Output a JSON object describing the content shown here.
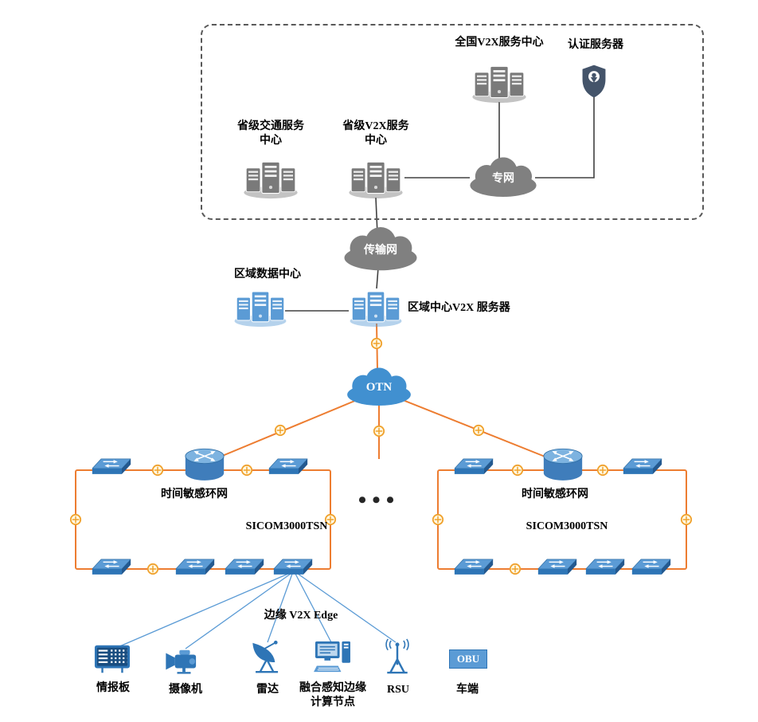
{
  "colors": {
    "line_black": "#404040",
    "line_orange": "#ED7D31",
    "connector_yellow": "#F0A22E",
    "device_blue": "#2E75B6",
    "node_blue": "#5B9BD5",
    "server_gray": "#7A7A7A",
    "shield_slate": "#44546A",
    "cloud_gray": "#808080",
    "cloud_blue": "#4190D0"
  },
  "icons": {
    "server_cluster": "stacked-servers",
    "auth_server": "shield-badge",
    "network_cloud": "cloud",
    "tsn_switch": "ethernet-switch-3d",
    "ring_router": "cylinder-router",
    "link_node": "circle-plus-connector",
    "vms": "message-board",
    "camera": "cctv-camera",
    "radar": "satellite-dish",
    "edge_compute": "desktop-computer",
    "rsu": "antenna-mast"
  },
  "platform": {
    "national_v2x": "全国V2X服务中心",
    "auth_server": "认证服务器",
    "prov_traffic": [
      "省级交通服务",
      "中心"
    ],
    "prov_v2x": [
      "省级V2X服务",
      "中心"
    ],
    "private_network": "专网"
  },
  "regional": {
    "transport_network": "传输网",
    "data_center": "区域数据中心",
    "v2x_server": "区域中心V2X 服务器",
    "otn": "OTN"
  },
  "rings": {
    "left": {
      "name": "时间敏感环网",
      "model": "SICOM3000TSN"
    },
    "right": {
      "name": "时间敏感环网",
      "model": "SICOM3000TSN"
    },
    "ellipsis": "•••"
  },
  "edge": {
    "label": "边缘 V2X Edge",
    "devices": [
      {
        "name": "情报板"
      },
      {
        "name": "摄像机"
      },
      {
        "name": "雷达"
      },
      {
        "name": "融合感知边缘",
        "name2": "计算节点"
      },
      {
        "name": "RSU"
      },
      {
        "name": "车端",
        "badge": "OBU"
      }
    ]
  }
}
